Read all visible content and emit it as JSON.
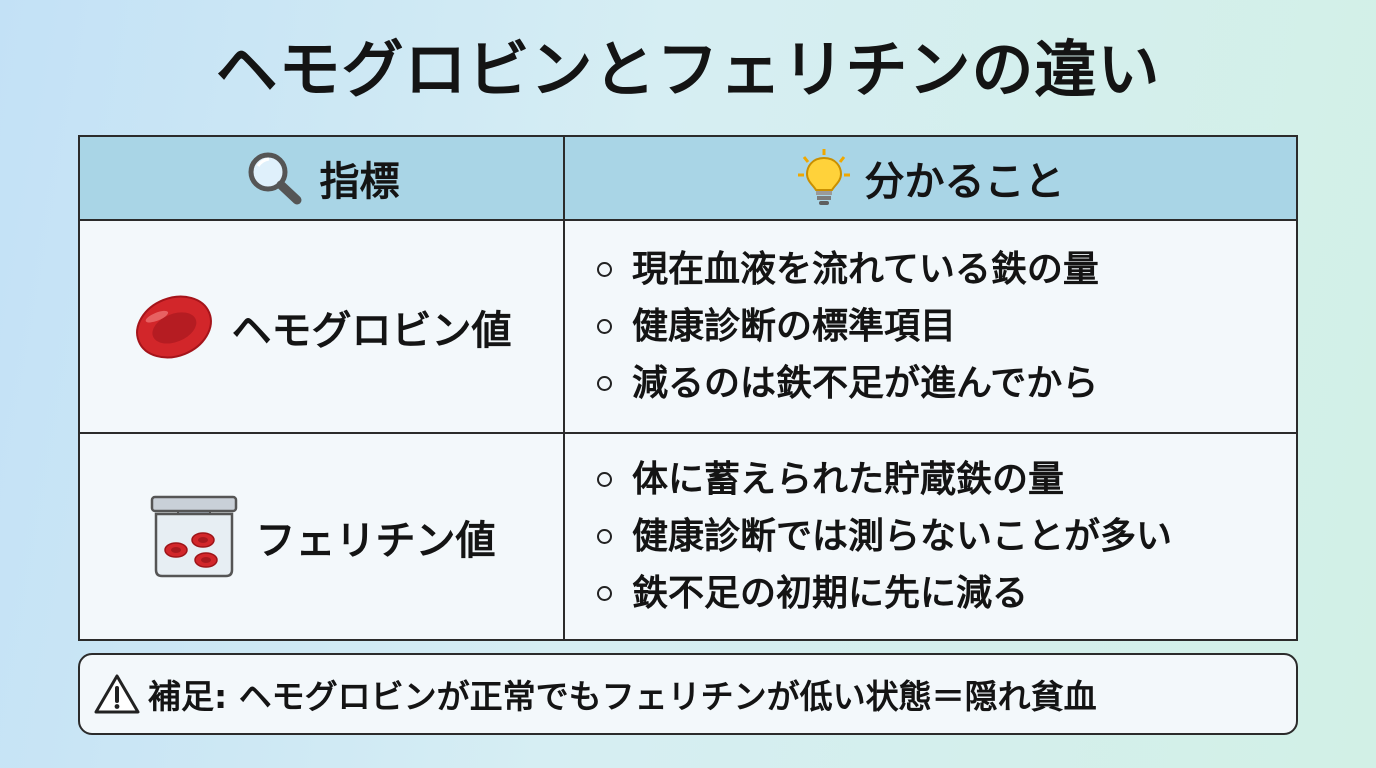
{
  "title": "ヘモグロビンとフェリチンの違い",
  "table": {
    "header": {
      "indicator": {
        "icon": "magnifier-icon",
        "label": "指標"
      },
      "meaning": {
        "icon": "lightbulb-icon",
        "label": "分かること"
      }
    },
    "rows": [
      {
        "icon": "red-blood-cell-icon",
        "label": "ヘモグロビン値",
        "bullets": [
          "現在血液を流れている鉄の量",
          "健康診断の標準項目",
          "減るのは鉄不足が進んでから"
        ]
      },
      {
        "icon": "storage-jar-icon",
        "label": "フェリチン値",
        "bullets": [
          "体に蓄えられた貯蔵鉄の量",
          "健康診断では測らないことが多い",
          "鉄不足の初期に先に減る"
        ]
      }
    ]
  },
  "note": {
    "icon": "warning-icon",
    "text": "補足: ヘモグロビンが正常でもフェリチンが低い状態＝隠れ貧血"
  },
  "colors": {
    "header_bg": "#a9d5e6",
    "cell_bg": "#f3f8fb",
    "blood_red": "#d2262a",
    "border": "#2b2b2b"
  }
}
